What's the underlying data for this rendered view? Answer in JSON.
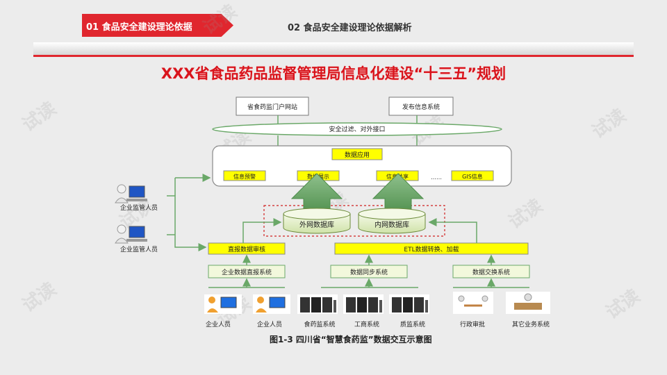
{
  "tabs": {
    "active": "01  食品安全建设理论依据",
    "inactive": "02  食品安全建设理论依据解析"
  },
  "title": "XXX省食品药品监督管理局信息化建设“十三五”规划",
  "diagram": {
    "top_portal": "省食药监门户网站",
    "top_publish": "发布信息系统",
    "gateway": "安全过滤、对外接口",
    "app_title": "数据应用",
    "app_items": [
      "信息预警",
      "数据展示",
      "信息共享",
      "GIS信息"
    ],
    "ellipsis": "……",
    "db_outer": "外网数据库",
    "db_inner": "内网数据库",
    "review": "直报数据审核",
    "etl": "ETL数据转换、加载",
    "sys_direct": "企业数据直报系统",
    "sys_sync": "数据同步系统",
    "sys_exchange": "数据交换系统",
    "supervisor1": "企业监管人员",
    "supervisor2": "企业监管人员",
    "bottom": [
      "企业人员",
      "企业人员",
      "食药监系统",
      "工商系统",
      "质监系统",
      "行政审批",
      "其它业务系统"
    ]
  },
  "caption": "图1-3  四川省“智慧食药监”数据交互示意图",
  "watermark": "试读",
  "colors": {
    "accent": "#e0262e",
    "yellow": "#ffff00",
    "green_box": "#f2f8dc",
    "arrow_green": "#5a9e58",
    "line_green": "#6aa868"
  }
}
